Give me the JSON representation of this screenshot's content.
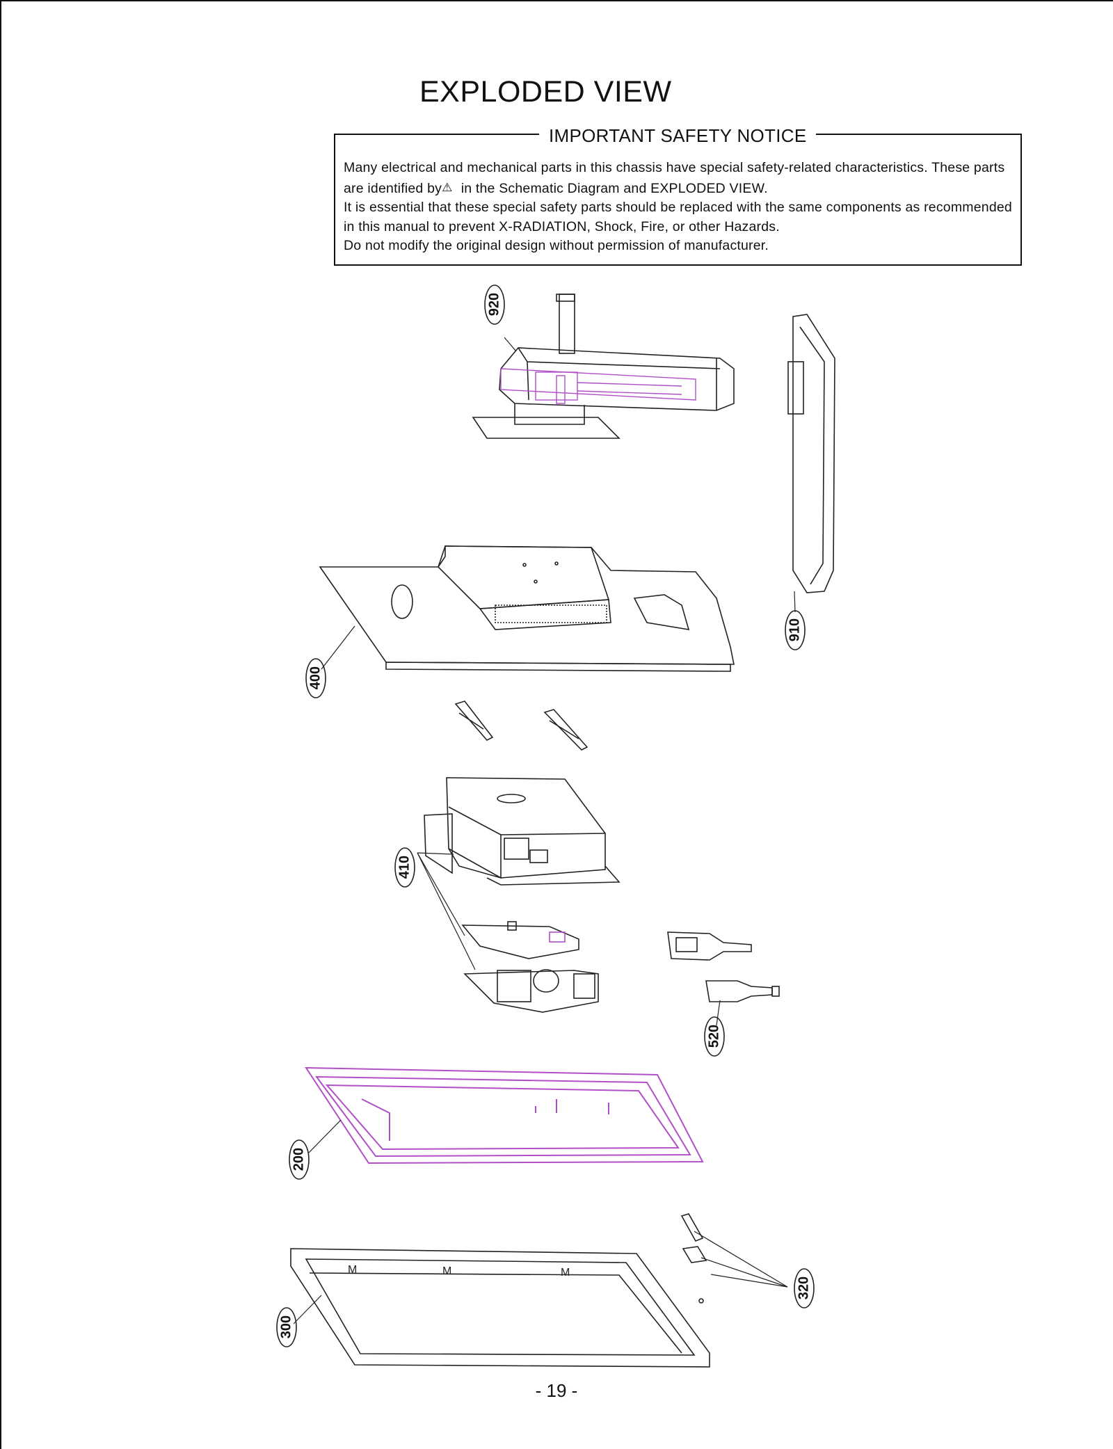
{
  "title": "EXPLODED VIEW",
  "notice": {
    "heading": "IMPORTANT SAFETY NOTICE",
    "line1": "Many electrical and mechanical parts in this chassis have special safety-related characteristics. These parts",
    "line2_before": "are identified by",
    "line2_after": " in the Schematic Diagram and EXPLODED VIEW.",
    "line3": "It is essential that these special safety parts should be replaced with the same components as recommended",
    "line4": "in this manual to prevent X-RADIATION, Shock, Fire, or other Hazards.",
    "line5": "Do not modify the original design without permission of manufacturer."
  },
  "callouts": [
    {
      "label": "920"
    },
    {
      "label": "910"
    },
    {
      "label": "400"
    },
    {
      "label": "410"
    },
    {
      "label": "520"
    },
    {
      "label": "200"
    },
    {
      "label": "300"
    },
    {
      "label": "320"
    }
  ],
  "page_number": "- 19 -",
  "colors": {
    "line": "#222222",
    "highlight": "#b14fc8"
  },
  "icons": {
    "safety_mark": "warning-triangle-icon"
  }
}
